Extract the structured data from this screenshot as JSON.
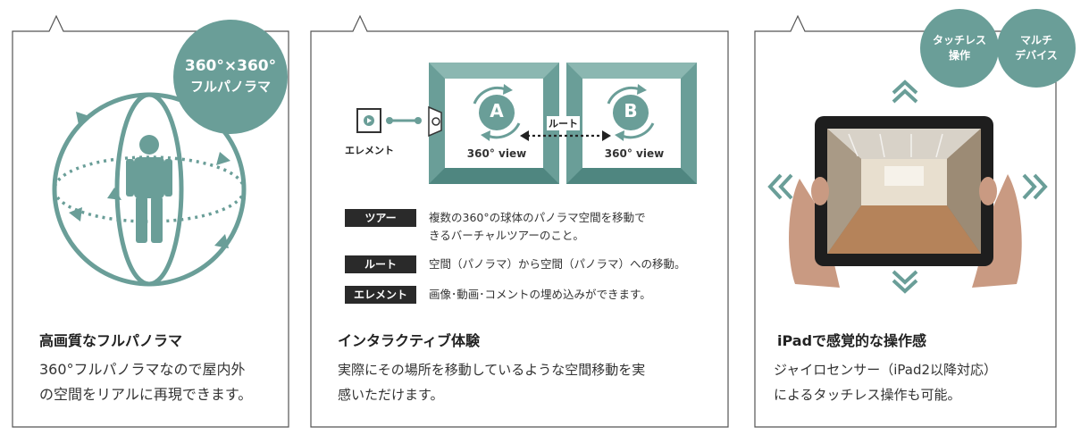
{
  "card1": {
    "bubble_line1": "360°×360°",
    "bubble_line2": "フルパノラマ",
    "title": "高画質なフルパノラマ",
    "body_line1": "360°フルパノラマなので屋内外",
    "body_line2": "の空間をリアルに再現できます。"
  },
  "card2": {
    "element_label": "エレメント",
    "room_a": "A",
    "room_b": "B",
    "route_label": "ルート",
    "view_a": "360° view",
    "view_b": "360° view",
    "tags": [
      {
        "label": "ツアー",
        "line1": "複数の360°の球体のパノラマ空間を移動で",
        "line2": "きるバーチャルツアーのこと。"
      },
      {
        "label": "ルート",
        "line1": "空間（パノラマ）から空間（パノラマ）への移動。",
        "line2": ""
      },
      {
        "label": "エレメント",
        "line1": "画像･動画･コメントの埋め込みができます。",
        "line2": ""
      }
    ],
    "title": "インタラクティブ体験",
    "body_line1": "実際にその場所を移動しているような空間移動を実",
    "body_line2": "感いただけます。"
  },
  "card3": {
    "bubble1_line1": "タッチレス",
    "bubble1_line2": "操作",
    "bubble2_line1": "マルチ",
    "bubble2_line2": "デバイス",
    "title": "iPadで感覚的な操作感",
    "body_line1": "ジャイロセンサー（iPad2以降対応）",
    "body_line2": "によるタッチレス操作も可能。"
  },
  "colors": {
    "accent": "#6a9e98",
    "dark": "#2a2a2a",
    "border": "#555555"
  }
}
